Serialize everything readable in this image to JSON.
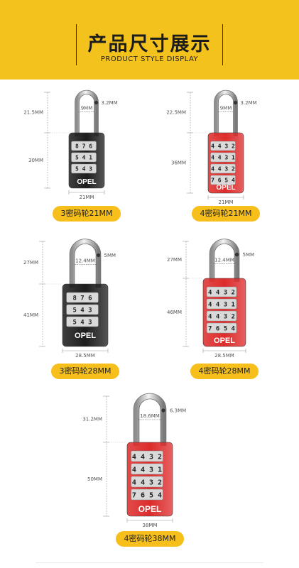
{
  "header": {
    "title": "产品尺寸展示",
    "subtitle": "PRODUCT STYLE DISPLAY",
    "band_color": "#f3c21d"
  },
  "brand": "OPEL",
  "products": [
    {
      "label": "3密码轮21MM",
      "color": "#1d1d1d",
      "wheel_digits": [
        "8 7 6",
        "5 4 1",
        "5 4 3"
      ],
      "dims": {
        "shackle_height": "21.5MM",
        "body_height": "30MM",
        "width": "21MM",
        "shackle_gap": "9MM",
        "shackle_thickness": "3.2MM"
      }
    },
    {
      "label": "4密码轮21MM",
      "color": "#dd2c2c",
      "wheel_digits": [
        "4 4 3 2",
        "4 4 3 1",
        "4 4 3 2",
        "7 6 5 4"
      ],
      "dims": {
        "shackle_height": "22.5MM",
        "body_height": "36MM",
        "width": "21MM",
        "shackle_gap": "9MM",
        "shackle_thickness": "3.2MM"
      }
    },
    {
      "label": "3密码轮28MM",
      "color": "#1d1d1d",
      "wheel_digits": [
        "8 7 6",
        "5 4 3",
        "5 4 3"
      ],
      "dims": {
        "shackle_height": "27MM",
        "body_height": "41MM",
        "width": "28.5MM",
        "shackle_gap": "12.4MM",
        "shackle_thickness": "5MM"
      }
    },
    {
      "label": "4密码轮28MM",
      "color": "#dd2c2c",
      "wheel_digits": [
        "4 4 3 2",
        "4 4 3 1",
        "4 4 3 2",
        "7 6 5 4"
      ],
      "dims": {
        "shackle_height": "27MM",
        "body_height": "46MM",
        "width": "28.5MM",
        "shackle_gap": "12.4MM",
        "shackle_thickness": "5MM"
      }
    },
    {
      "label": "4密码轮38MM",
      "color": "#dd2c2c",
      "wheel_digits": [
        "4 4 3 2",
        "4 4 3 1",
        "4 4 3 2",
        "7 6 5 4"
      ],
      "dims": {
        "shackle_height": "31.2MM",
        "body_height": "50MM",
        "width": "38MM",
        "shackle_gap": "18.6MM",
        "shackle_thickness": "6.3MM"
      }
    }
  ]
}
